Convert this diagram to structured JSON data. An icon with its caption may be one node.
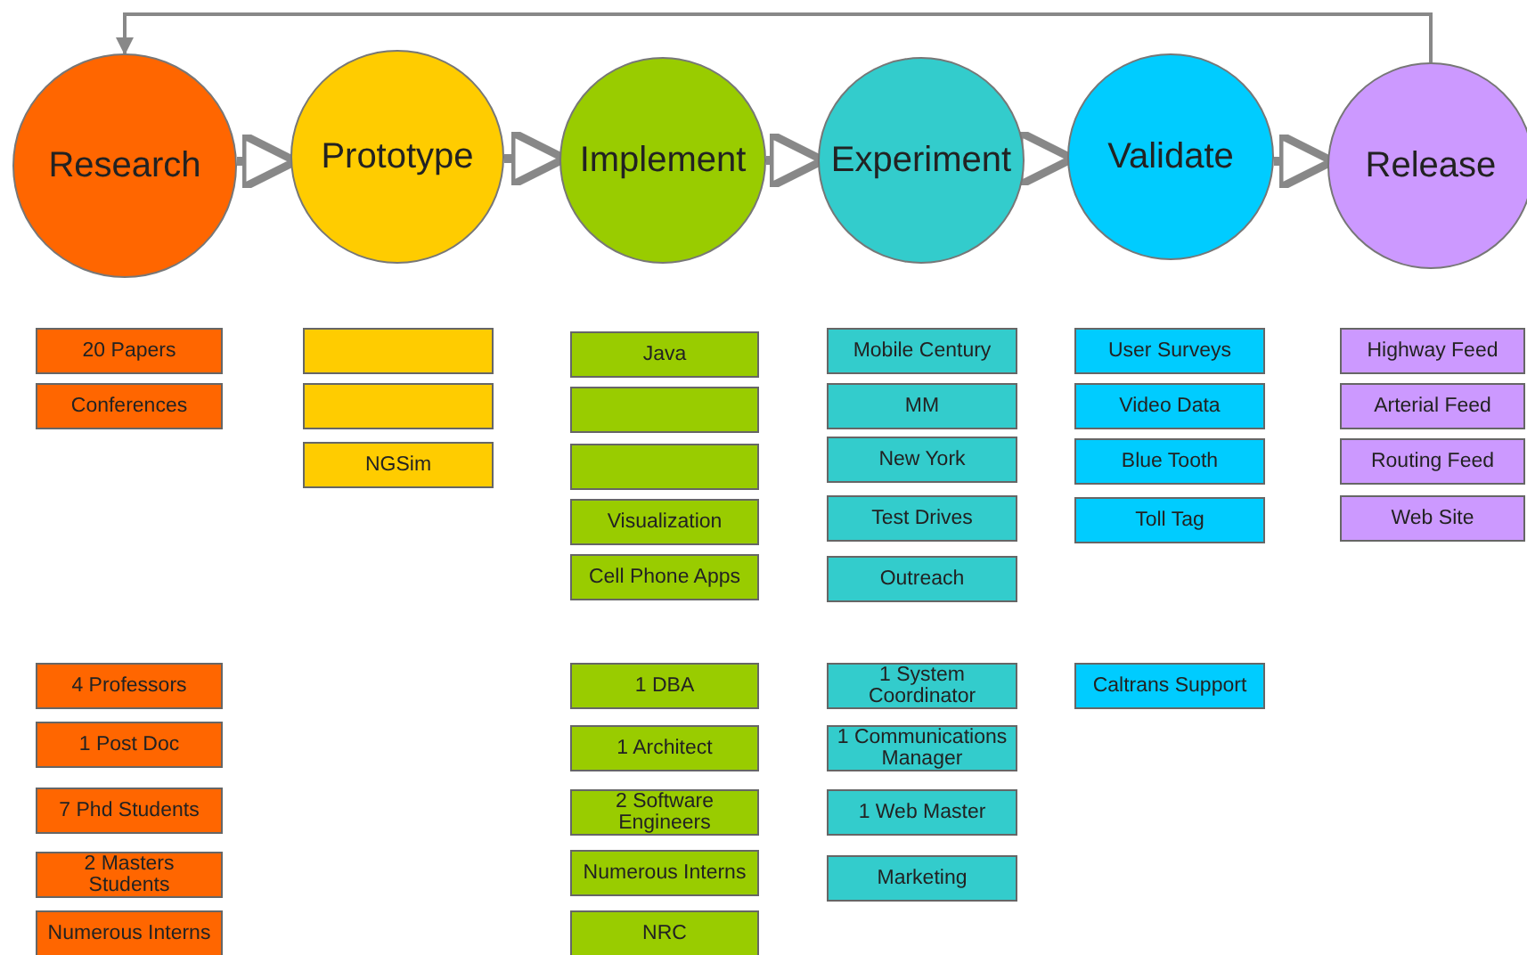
{
  "diagram": {
    "nodes": [
      {
        "text": [
          "Research"
        ]
      },
      {
        "text": [
          "Prototype"
        ]
      },
      {
        "text": [
          "Implement"
        ]
      },
      {
        "text": [
          "Experiment"
        ]
      },
      {
        "text": [
          "Validate"
        ]
      },
      {
        "text": [
          "Release"
        ]
      },
      {
        "text": [
          "20 Papers"
        ]
      },
      {
        "text": [
          "Conferences"
        ]
      },
      {
        "text": [
          "4 Professors"
        ]
      },
      {
        "text": [
          "1 Post Doc"
        ]
      },
      {
        "text": [
          "7 Phd Students"
        ]
      },
      {
        "text": [
          "2 Masters Students"
        ]
      },
      {
        "text": [
          "Numerous Interns"
        ]
      },
      {
        "text": [],
        "shape": "box"
      },
      {
        "text": [],
        "shape": "box"
      },
      {
        "text": [
          "NGSim"
        ]
      },
      {
        "text": [
          "Java"
        ]
      },
      {
        "text": [],
        "shape": "box"
      },
      {
        "text": [],
        "shape": "box"
      },
      {
        "text": [
          "Visualization"
        ]
      },
      {
        "text": [
          "Cell Phone Apps"
        ]
      },
      {
        "text": [
          "1 DBA"
        ]
      },
      {
        "text": [
          "1 Architect"
        ]
      },
      {
        "text": [
          "2 Software Engineers"
        ]
      },
      {
        "text": [
          "Numerous Interns"
        ]
      },
      {
        "text": [
          "NRC"
        ]
      },
      {
        "text": [
          "Mobile Century"
        ]
      },
      {
        "text": [
          "MM"
        ]
      },
      {
        "text": [
          "New York"
        ]
      },
      {
        "text": [
          "Test Drives"
        ]
      },
      {
        "text": [
          "Outreach"
        ]
      },
      {
        "text": [
          "1 System Coordinator"
        ]
      },
      {
        "text": [
          "1 Communications Manager"
        ]
      },
      {
        "text": [
          "1 Web Master"
        ]
      },
      {
        "text": [
          "Marketing"
        ]
      },
      {
        "text": [
          "User Surveys"
        ]
      },
      {
        "text": [
          "Video Data"
        ]
      },
      {
        "text": [
          "Blue Tooth"
        ]
      },
      {
        "text": [
          "Toll Tag"
        ]
      },
      {
        "text": [
          "Caltrans Support"
        ]
      },
      {
        "text": [
          "Highway Feed"
        ]
      },
      {
        "text": [
          "Arterial Feed"
        ]
      },
      {
        "text": [
          "Routing Feed"
        ]
      },
      {
        "text": [
          "Web Site"
        ]
      }
    ],
    "edges": [
      {
        "from": 0,
        "to": 1,
        "arrow": "to"
      },
      {
        "from": 1,
        "to": 2,
        "arrow": "to"
      },
      {
        "from": 2,
        "to": 3,
        "arrow": "to"
      },
      {
        "from": 3,
        "to": 4,
        "arrow": "to"
      },
      {
        "from": 4,
        "to": 5,
        "arrow": "to"
      },
      {
        "from": 5,
        "to": 0,
        "arrow": "to"
      }
    ]
  }
}
